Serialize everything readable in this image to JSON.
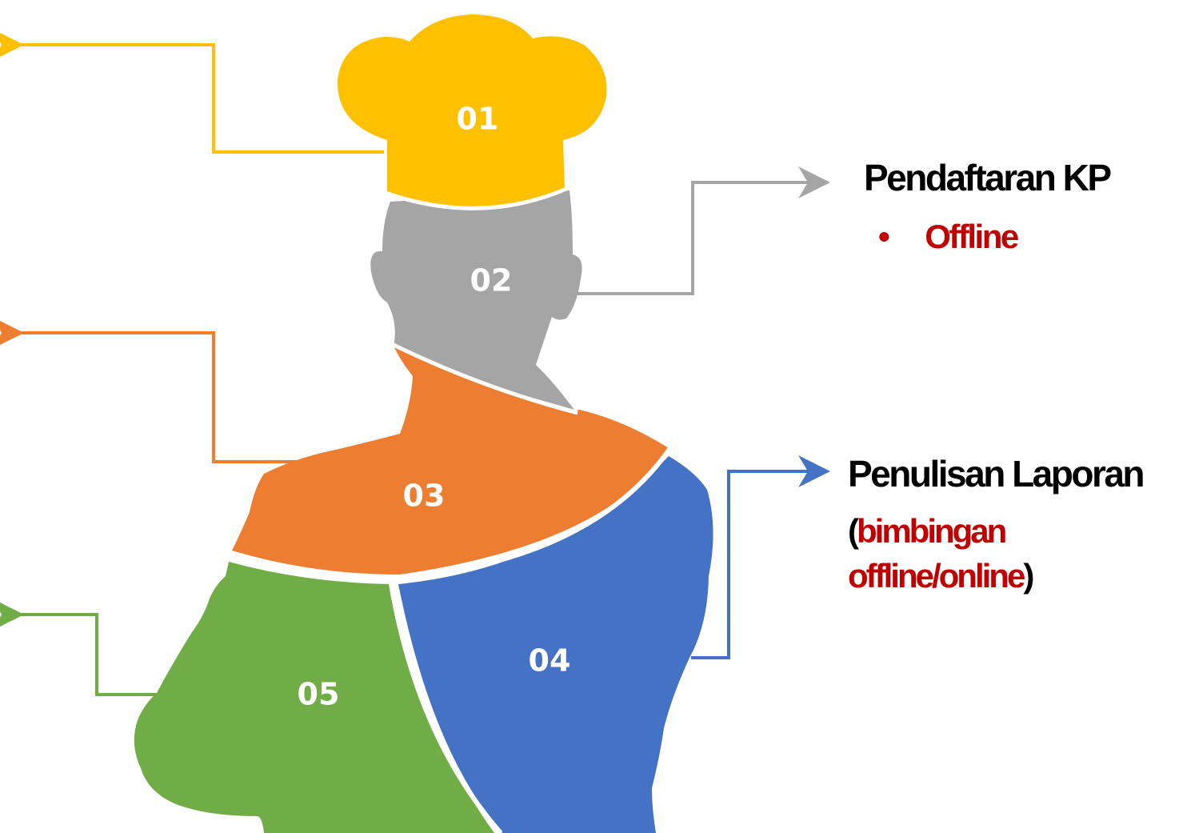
{
  "segments": [
    {
      "number": "01",
      "color": "#FFC000",
      "part": "chef-hat"
    },
    {
      "number": "02",
      "color": "#A5A5A5",
      "part": "head"
    },
    {
      "number": "03",
      "color": "#ED7D31",
      "part": "shoulders"
    },
    {
      "number": "04",
      "color": "#4472C4",
      "part": "back-right"
    },
    {
      "number": "05",
      "color": "#70AD47",
      "part": "back-left"
    }
  ],
  "labels": {
    "step02": {
      "title": "Pendaftaran KP",
      "bullet": "•",
      "detail": "Offline"
    },
    "step04": {
      "title": "Penulisan Laporan",
      "open_paren": "(",
      "detail_line1": "bimbingan",
      "detail_line2": "offline/online",
      "close_paren": ")"
    }
  },
  "colors": {
    "highlight_text": "#C00000",
    "body_text": "#000000"
  }
}
